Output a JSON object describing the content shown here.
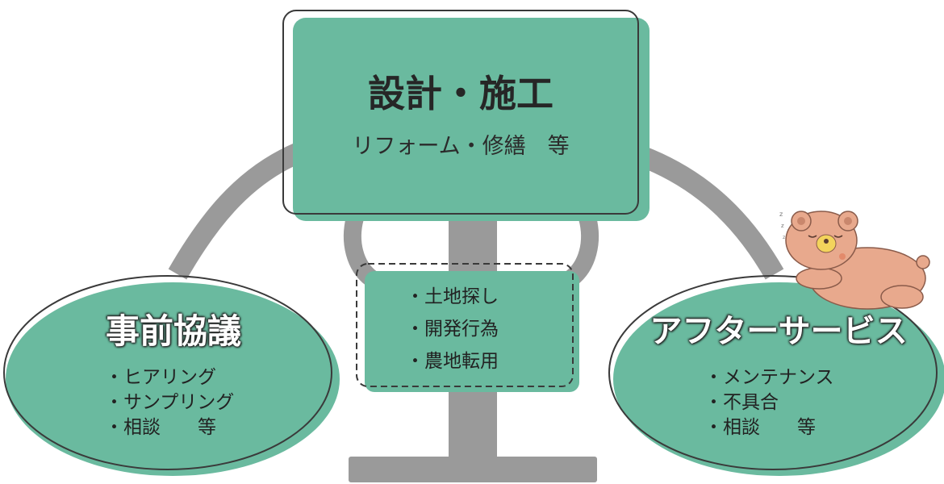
{
  "center": {
    "title": "設計・施工",
    "subtitle": "リフォーム・修繕　等"
  },
  "left": {
    "title": "事前協議",
    "items": [
      "・ヒアリング",
      "・サンプリング",
      "・相談　　等"
    ]
  },
  "middle": {
    "items": [
      "・土地探し",
      "・開発行為",
      "・農地転用"
    ]
  },
  "right": {
    "title": "アフターサービス",
    "items": [
      "・メンテナンス",
      "・不具合",
      "・相談　　等"
    ]
  },
  "colors": {
    "teal": "#6aba9f",
    "gray": "#9a9a9a",
    "outline": "#3a3a3a"
  }
}
